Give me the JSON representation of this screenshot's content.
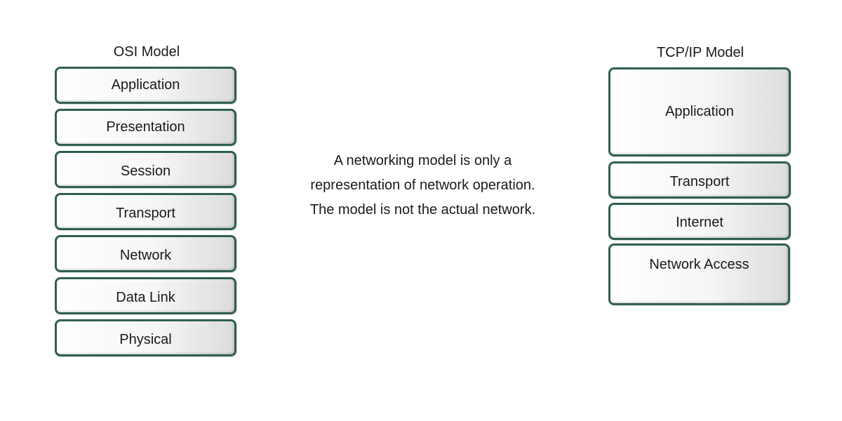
{
  "osi": {
    "title": "OSI Model",
    "layers": [
      "Application",
      "Presentation",
      "Session",
      "Transport",
      "Network",
      "Data Link",
      "Physical"
    ]
  },
  "tcpip": {
    "title": "TCP/IP Model",
    "layers": [
      "Application",
      "Transport",
      "Internet",
      "Network Access"
    ]
  },
  "note": {
    "line1": "A networking model is only a",
    "line2": "representation of network operation.",
    "line3": "The model is not the actual network."
  },
  "colors": {
    "border": "#2f5f52",
    "text": "#1a1a1a"
  }
}
